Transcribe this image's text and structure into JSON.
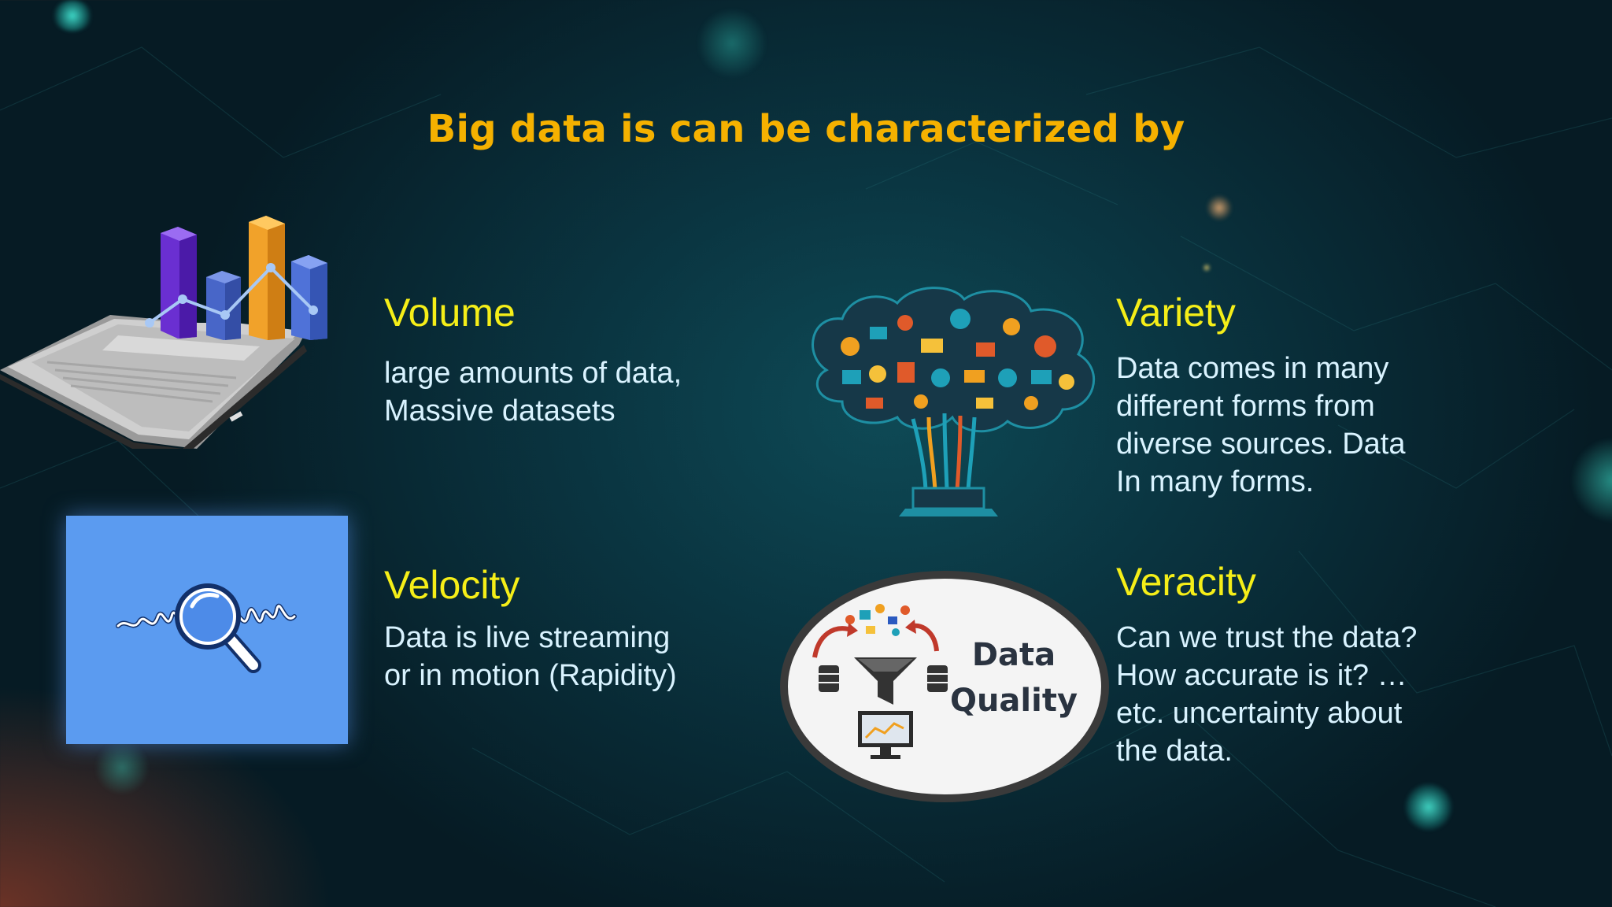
{
  "slide": {
    "title": "Big data is can be characterized by"
  },
  "items": {
    "volume": {
      "heading": "Volume",
      "body": "large amounts of data,\nMassive datasets",
      "icon": "bar-chart-tablet-icon"
    },
    "variety": {
      "heading": "Variety",
      "body": "Data comes in many\ndifferent forms from\ndiverse sources. Data\nIn many forms.",
      "icon": "data-tree-icon"
    },
    "velocity": {
      "heading": "Velocity",
      "body": "Data is live streaming\nor in motion (Rapidity)",
      "icon": "magnifier-wave-icon"
    },
    "veracity": {
      "heading": "Veracity",
      "body": " Can we trust the data?\nHow accurate is it? …\netc. uncertainty about\nthe data.",
      "icon": "data-quality-icon",
      "badge_line1": "Data",
      "badge_line2": "Quality"
    }
  },
  "colors": {
    "title": "#f5b100",
    "heading": "#f5ee18",
    "body": "#d9f3ff",
    "velocity_tile": "#5b9bf0"
  }
}
